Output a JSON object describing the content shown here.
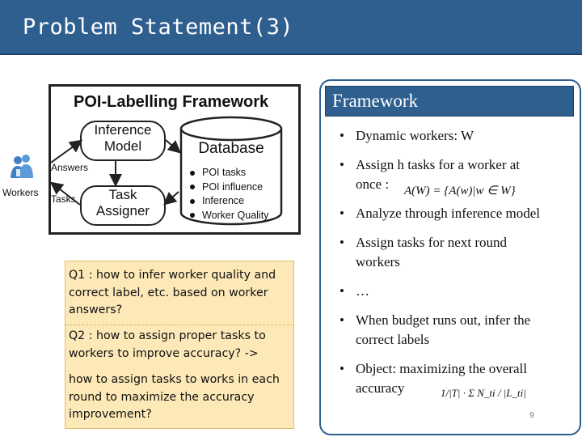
{
  "slide": {
    "title": "Problem Statement(3)",
    "page_number": "9"
  },
  "diagram": {
    "title": "POI-Labelling Framework",
    "inference_model": [
      "Inference",
      "Model"
    ],
    "task_assigner": [
      "Task",
      "Assigner"
    ],
    "database_title": "Database",
    "database_items": [
      "POI tasks",
      "POI influence",
      "Inference",
      "Worker Quality"
    ],
    "answers_label": "Answers",
    "tasks_label": "Tasks",
    "workers_label": "Workers"
  },
  "questions": {
    "q1": [
      "Q1 : how to infer worker quality and",
      " correct label, etc. based on worker",
      "answers?"
    ],
    "q2": [
      "Q2 : how to assign proper tasks to",
      "workers to improve accuracy? ->"
    ],
    "q3": [
      "how to assign tasks to works in each",
      "round to maximize the accuracy",
      "improvement?"
    ]
  },
  "framework_panel": {
    "header": "Framework",
    "bullets": [
      {
        "lines": [
          "Dynamic workers: W"
        ]
      },
      {
        "lines": [
          "Assign h tasks for a worker at",
          "once :"
        ]
      },
      {
        "lines": [
          "Analyze through inference model"
        ]
      },
      {
        "lines": [
          "Assign tasks for next round",
          "workers"
        ]
      },
      {
        "lines": [
          "…"
        ]
      },
      {
        "lines": [
          "When budget runs out, infer the",
          "correct labels"
        ]
      },
      {
        "lines": [
          "Object: maximizing the overall",
          "accuracy"
        ]
      }
    ],
    "formula_assign": "A(W) = {A(w)|w ∈ W}",
    "formula_accuracy": "1/|T| · Σ N_ti / |L_ti|"
  },
  "colors": {
    "title_bar": "#2e5f8f",
    "question_box": "#fde9b8",
    "panel_border": "#2e5f8f"
  }
}
